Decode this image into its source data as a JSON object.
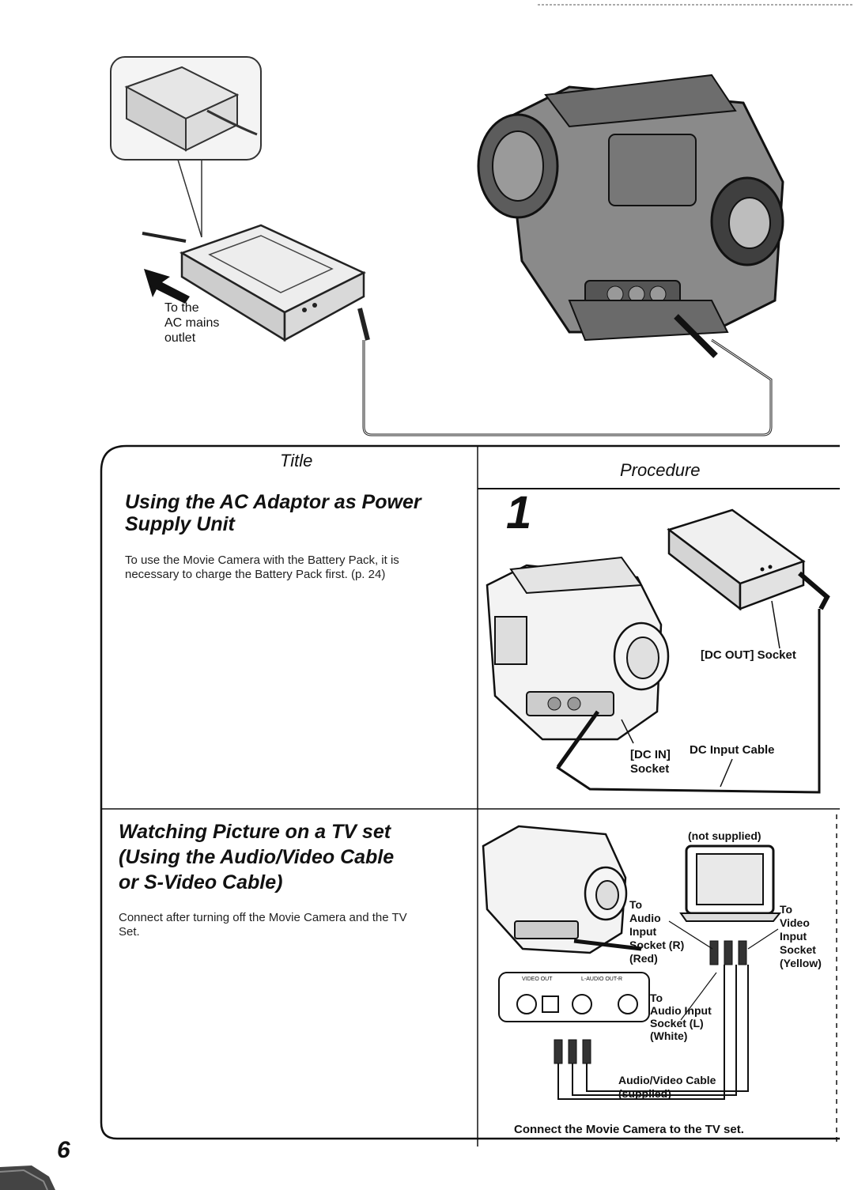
{
  "top_figure": {
    "ac_mains_label": "To the\nAC mains\noutlet"
  },
  "table": {
    "title_header": "Title",
    "procedure_header": "Procedure"
  },
  "section1": {
    "heading_line1": "Using the AC Adaptor as Power",
    "heading_line2": "Supply Unit",
    "body_line1": "To use the Movie Camera with the Battery Pack, it is",
    "body_line2": "necessary to charge the Battery Pack first. (p. 24)",
    "step_number": "1",
    "label_dc_out": "[DC OUT] Socket",
    "label_dc_in": "[DC IN]\nSocket",
    "label_dc_cable": "DC Input Cable"
  },
  "section2": {
    "heading_line1": "Watching Picture on a TV set",
    "heading_line2": "(Using the Audio/Video Cable",
    "heading_line3": "or S-Video Cable)",
    "body_line1": "Connect after turning off the Movie Camera and the TV",
    "body_line2": "Set.",
    "label_not_supplied": "(not supplied)",
    "label_audio_r": "To\nAudio\nInput\nSocket (R)\n(Red)",
    "label_video": "To\nVideo\nInput\nSocket\n(Yellow)",
    "label_audio_l": "To\nAudio Input\nSocket (L)\n(White)",
    "label_av_cable": "Audio/Video Cable\n(supplied)",
    "panel_video_out": "VIDEO OUT",
    "panel_audio_out": "L-AUDIO OUT-R",
    "caption": "Connect the Movie Camera to the TV set."
  },
  "page_number": "6"
}
